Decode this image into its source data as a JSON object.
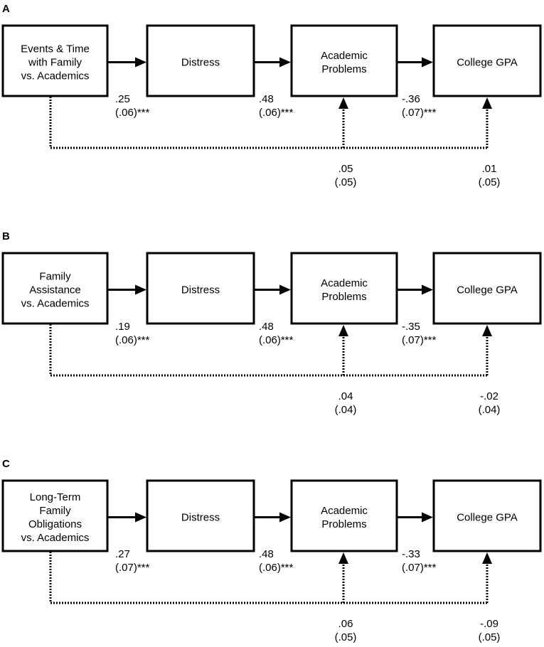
{
  "panels": [
    {
      "letter": "A",
      "boxes": [
        [
          "Events & Time",
          "with Family",
          "vs. Academics"
        ],
        [
          "Distress"
        ],
        [
          "Academic",
          "Problems"
        ],
        [
          "College GPA"
        ]
      ],
      "paths": [
        {
          "b": ".25",
          "se": "(.06)***"
        },
        {
          "b": ".48",
          "se": "(.06)***"
        },
        {
          "b": "-.36",
          "se": "(.07)***"
        }
      ],
      "direct": [
        {
          "b": ".05",
          "se": "(.05)"
        },
        {
          "b": ".01",
          "se": "(.05)"
        }
      ]
    },
    {
      "letter": "B",
      "boxes": [
        [
          "Family",
          "Assistance",
          "vs. Academics"
        ],
        [
          "Distress"
        ],
        [
          "Academic",
          "Problems"
        ],
        [
          "College GPA"
        ]
      ],
      "paths": [
        {
          "b": ".19",
          "se": "(.06)***"
        },
        {
          "b": ".48",
          "se": "(.06)***"
        },
        {
          "b": "-.35",
          "se": "(.07)***"
        }
      ],
      "direct": [
        {
          "b": ".04",
          "se": "(.04)"
        },
        {
          "b": "-.02",
          "se": "(.04)"
        }
      ]
    },
    {
      "letter": "C",
      "boxes": [
        [
          "Long-Term",
          "Family",
          "Obligations",
          "vs. Academics"
        ],
        [
          "Distress"
        ],
        [
          "Academic",
          "Problems"
        ],
        [
          "College GPA"
        ]
      ],
      "paths": [
        {
          "b": ".27",
          "se": "(.07)***"
        },
        {
          "b": ".48",
          "se": "(.06)***"
        },
        {
          "b": "-.33",
          "se": "(.07)***"
        }
      ],
      "direct": [
        {
          "b": ".06",
          "se": "(.05)"
        },
        {
          "b": "-.09",
          "se": "(.05)"
        }
      ]
    }
  ]
}
